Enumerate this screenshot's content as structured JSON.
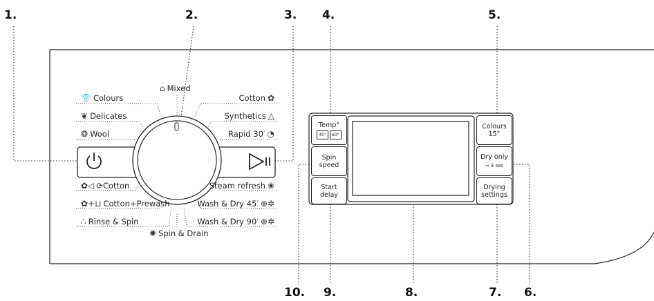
{
  "callouts": [
    "1.",
    "2.",
    "3.",
    "4.",
    "5.",
    "6.",
    "7.",
    "8.",
    "9.",
    "10."
  ],
  "programs_left": [
    {
      "label": "Colours",
      "icon": "shirt-icon"
    },
    {
      "label": "Delicates",
      "icon": "feather-icon"
    },
    {
      "label": "Wool",
      "icon": "wool-ball-icon"
    }
  ],
  "programs_left_bottom": [
    {
      "label": "Cotton",
      "prefix": "⟳",
      "icon": "eco-cotton-icon"
    },
    {
      "label": "Cotton+Prewash",
      "icon": "prewash-icon"
    },
    {
      "label": "Rinse & Spin",
      "icon": "rinse-icon"
    }
  ],
  "programs_top": {
    "label": "Mixed",
    "icon": "mixed-icon"
  },
  "programs_right": [
    {
      "label": "Cotton",
      "icon": "cotton-icon"
    },
    {
      "label": "Synthetics",
      "icon": "synthetics-icon"
    },
    {
      "label": "Rapid 30′",
      "icon": "rapid-icon"
    }
  ],
  "programs_right_bottom": [
    {
      "label": "Steam refresh",
      "icon": "steam-icon"
    },
    {
      "label": "Wash & Dry 45′",
      "icon": "wash-dry-icon"
    },
    {
      "label": "Wash & Dry 90′",
      "icon": "wash-dry-icon"
    }
  ],
  "programs_bottom": {
    "label": "Spin & Drain",
    "icon": "spin-icon"
  },
  "buttons": {
    "temp": {
      "label": "Temp°",
      "sub_a": "40°",
      "sub_b": "60°"
    },
    "spin": {
      "line1": "Spin",
      "line2": "speed"
    },
    "start_delay": {
      "line1": "Start",
      "line2": "delay"
    },
    "colours": {
      "line1": "Colours",
      "line2": "15°"
    },
    "dry_only": {
      "line1": "Dry only",
      "line2": "⊸ 3 sec"
    },
    "drying": {
      "line1": "Drying",
      "line2": "settings"
    }
  }
}
